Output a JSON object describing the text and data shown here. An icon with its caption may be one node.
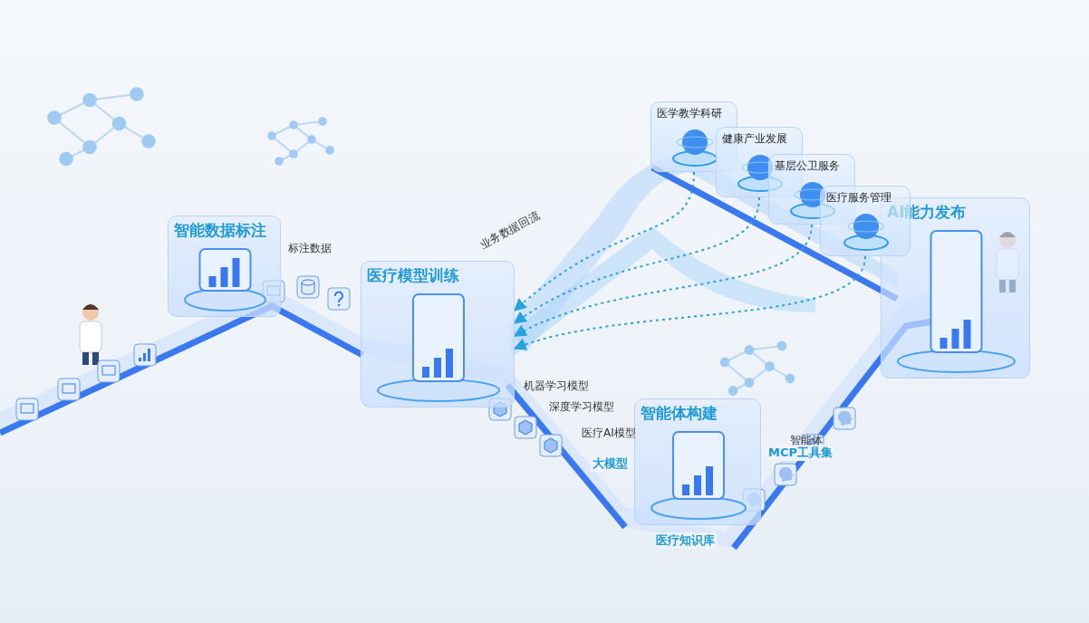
{
  "diagram": {
    "nodes": [
      {
        "text": [
          "智能数据标注"
        ]
      },
      {
        "text": [
          "医疗模型训练"
        ]
      },
      {
        "text": [
          "智能体构建"
        ]
      },
      {
        "text": [
          "AI能力发布"
        ]
      },
      {
        "text": [
          "医学教学科研"
        ]
      },
      {
        "text": [
          "健康产业发展"
        ]
      },
      {
        "text": [
          "基层公卫服务"
        ]
      },
      {
        "text": [
          "医疗服务管理"
        ]
      }
    ],
    "edges": [
      {
        "from": 4,
        "to": 1,
        "arrow": "to",
        "style": "dashed"
      },
      {
        "from": 5,
        "to": 1,
        "arrow": "to",
        "style": "dashed"
      },
      {
        "from": 6,
        "to": 1,
        "arrow": "to",
        "style": "dashed"
      },
      {
        "from": 7,
        "to": 1,
        "arrow": "to",
        "style": "dashed"
      }
    ],
    "labels": [
      "标注数据",
      "业务数据回流",
      "机器学习模型",
      "深度学习模型",
      "医疗AI模型",
      "大模型",
      "MCP工具集",
      "医疗知识库",
      "智能体"
    ]
  }
}
